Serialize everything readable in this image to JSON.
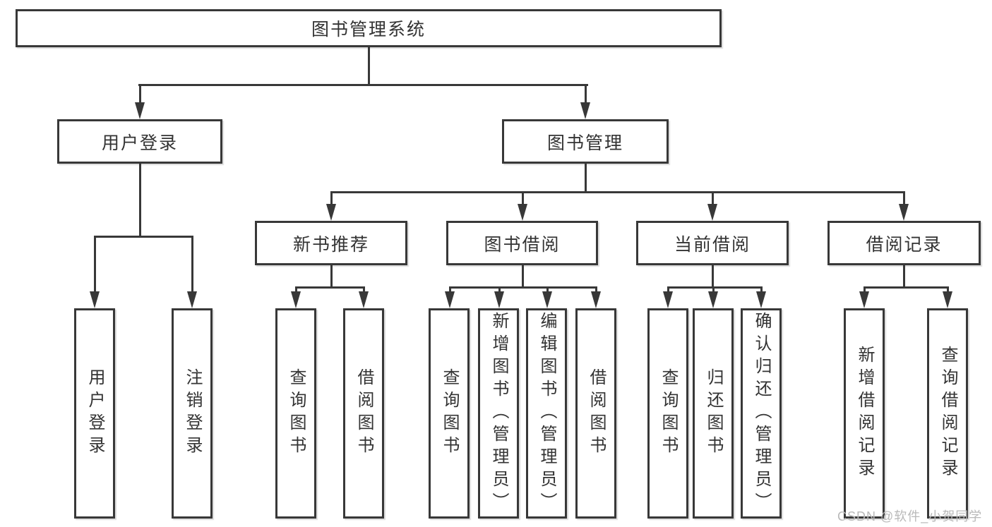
{
  "diagram_title": "图书管理系统",
  "nodes": {
    "root": "图书管理系统",
    "user_login": "用户登录",
    "book_management": "图书管理",
    "new_book_recommendation": "新书推荐",
    "book_borrowing": "图书借阅",
    "current_borrowing": "当前借阅",
    "borrowing_records": "借阅记录",
    "leaf_user_login": "用户登录",
    "leaf_logout": "注销登录",
    "recommend_query_books": "查询图书",
    "recommend_borrow_books": "借阅图书",
    "borrowing_query_books": "查询图书",
    "borrowing_add_books_admin": "新增图书（管理员）",
    "borrowing_edit_books_admin": "编辑图书（管理员）",
    "borrowing_borrow_books": "借阅图书",
    "current_query_books": "查询图书",
    "current_return_books": "归还图书",
    "current_confirm_return_admin": "确认归还（管理员）",
    "records_add_record": "新增借阅记录",
    "records_query_record": "查询借阅记录"
  },
  "watermark": "CSDN @软件_小贺同学",
  "colors": {
    "line": "#383838",
    "text": "#333333",
    "watermark": "#b9b9b9",
    "background": "#ffffff"
  }
}
